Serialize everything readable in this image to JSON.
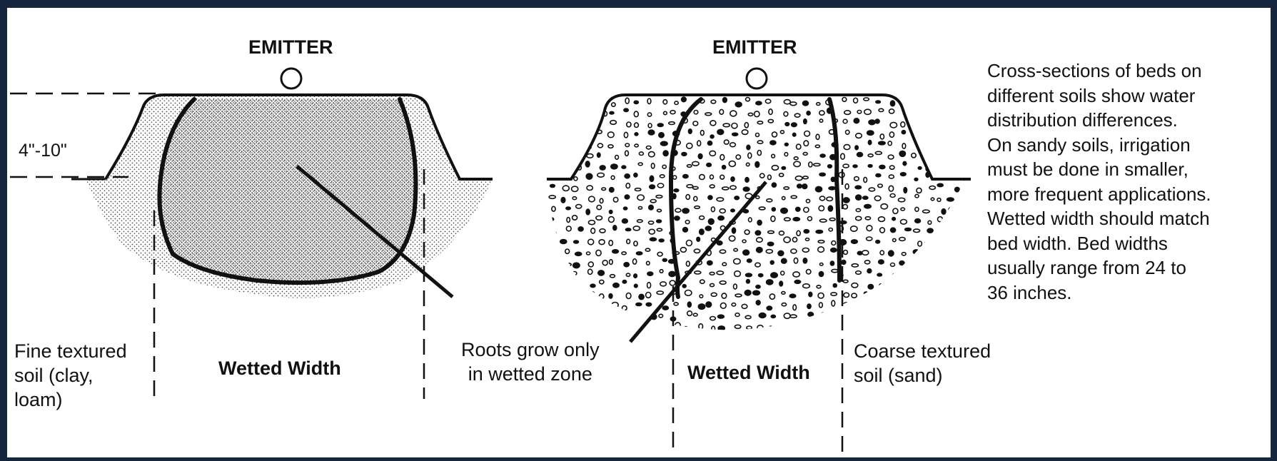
{
  "labels": {
    "emitter_left": "EMITTER",
    "emitter_right": "EMITTER",
    "depth": "4\"-10\"",
    "fine_soil": "Fine textured\nsoil (clay,\nloam)",
    "wetted_width_left": "Wetted Width",
    "roots": "Roots grow only\nin wetted zone",
    "wetted_width_right": "Wetted Width",
    "coarse_soil": "Coarse textured\nsoil (sand)",
    "description": "Cross-sections of beds on\ndifferent soils show water\ndistribution differences.\nOn sandy soils, irrigation\nmust be done in smaller,\nmore frequent applications.\nWetted width should match\nbed width. Bed widths\nusually range from 24 to\n36 inches."
  },
  "colors": {
    "background": "#16263f",
    "paper": "#ffffff",
    "ink": "#111111",
    "stipple": "#4a4a4a"
  }
}
